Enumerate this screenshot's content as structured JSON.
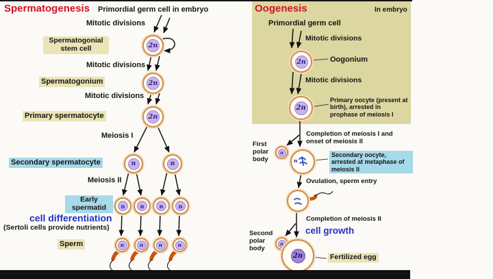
{
  "ploidy": {
    "diploid": "2n",
    "haploid": "n"
  },
  "colors": {
    "accent_red": "#cf1420",
    "blue_text": "#2232c8",
    "khaki_panel": "#dcd6a0",
    "khaki_label": "#eae4b6",
    "blue_label": "#a6d9e9",
    "cell_border": "#d28a4b",
    "nucleus": "#c8b4e8",
    "sperm_head": "#c9540e"
  },
  "spermatogenesis": {
    "title": "Spermatogenesis",
    "primordial": "Primordial germ cell in embryo",
    "mitotic_divisions": "Mitotic divisions",
    "stem_cell": "Spermatogonial stem cell",
    "spermatogonium": "Spermatogonium",
    "primary_spermatocyte": "Primary spermatocyte",
    "meiosis_i": "Meiosis I",
    "secondary_spermatocyte": "Secondary spermatocyte",
    "meiosis_ii": "Meiosis II",
    "early_spermatid": "Early spermatid",
    "cell_differentiation": "cell differentiation",
    "sertoli_note": "(Sertoli cells provide nutrients)",
    "sperm": "Sperm"
  },
  "oogenesis": {
    "title": "Oogenesis",
    "in_embryo": "In embryo",
    "primordial": "Primordial germ cell",
    "mitotic_divisions": "Mitotic divisions",
    "oogonium": "Oogonium",
    "primary_oocyte": "Primary oocyte (present at birth), arrested in prophase of meiosis I",
    "completion_meiosis_i": "Completion of meiosis I and onset of meiosis II",
    "first_polar_body": "First polar body",
    "secondary_oocyte": "Secondary oocyte, arrested at metaphase of meiosis II",
    "ovulation": "Ovulation, sperm entry",
    "completion_meiosis_ii": "Completion of meiosis II",
    "second_polar_body": "Second polar body",
    "cell_growth": "cell growth",
    "fertilized_egg": "Fertilized egg"
  }
}
